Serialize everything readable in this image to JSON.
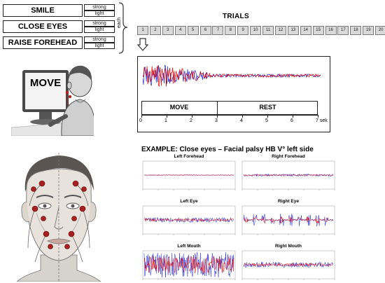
{
  "tasks": [
    {
      "name": "SMILE",
      "levels": [
        "strong",
        "light"
      ]
    },
    {
      "name": "CLOSE EYES",
      "levels": [
        "strong",
        "light"
      ]
    },
    {
      "name": "RAISE FOREHEAD",
      "levels": [
        "strong",
        "light"
      ]
    }
  ],
  "each_label": "each",
  "trials": {
    "title": "TRIALS",
    "numbers": [
      "1",
      "2",
      "3",
      "4",
      "5",
      "6",
      "7",
      "8",
      "9",
      "10",
      "11",
      "12",
      "13",
      "14",
      "15",
      "16",
      "17",
      "18",
      "19",
      "20"
    ]
  },
  "monitor_text": "MOVE",
  "timeline": {
    "move_label": "MOVE",
    "rest_label": "REST",
    "ticks": [
      "0",
      "1",
      "2",
      "3",
      "4",
      "5",
      "6",
      "7 sek"
    ]
  },
  "example": {
    "title": "EXAMPLE: Close eyes – Facial palsy HB V° left side",
    "panels": [
      {
        "title": "Left Forehead"
      },
      {
        "title": "Right Forehead"
      },
      {
        "title": "Left Eye"
      },
      {
        "title": "Right Eye"
      },
      {
        "title": "Left Mouth"
      },
      {
        "title": "Right Mouth"
      }
    ]
  },
  "colors": {
    "signal_red": "#e00000",
    "signal_blue": "#1f2bd6",
    "trial_fill": "#d9d9d9"
  }
}
